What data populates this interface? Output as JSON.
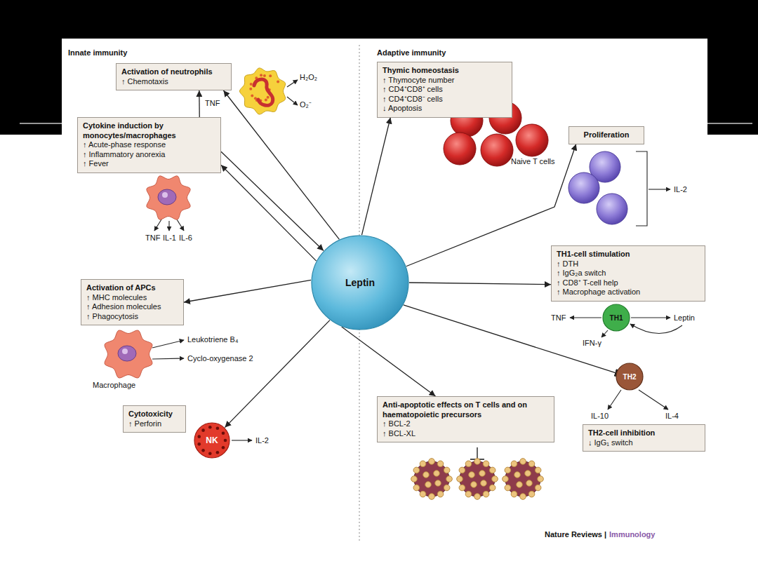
{
  "diagram": {
    "nodes": [
      {
        "text": [
          "Activation of neutrophils",
          "↑ Chemotaxis"
        ]
      },
      {
        "text": [
          "Cytokine induction by monocytes/macrophages",
          "↑ Acute-phase response",
          "↑ Inflammatory anorexia",
          "↑ Fever"
        ]
      },
      {
        "text": [
          "Activation of APCs",
          "↑ MHC molecules",
          "↑ Adhesion molecules",
          "↑ Phagocytosis"
        ]
      },
      {
        "text": [
          "Cytotoxicity",
          "↑ Perforin"
        ]
      },
      {
        "text": [
          "NK"
        ]
      },
      {
        "text": [
          "Leptin"
        ]
      },
      {
        "text": [
          "Thymic homeostasis",
          "↑ Thymocyte number",
          "↑ CD4⁺CD8⁺ cells",
          "↑ CD4⁺CD8⁻ cells",
          "↓ Apoptosis"
        ]
      },
      {
        "text": [
          "Proliferation"
        ]
      },
      {
        "text": [
          "TH1-cell stimulation",
          "↑ DTH",
          "↑ IgG₂a switch",
          "↑ CD8⁺ T-cell help",
          "↑ Macrophage activation"
        ]
      },
      {
        "text": [
          "TH1"
        ]
      },
      {
        "text": [
          "Anti-apoptotic effects on T cells and on haematopoietic precursors",
          "↑ BCL-2",
          "↑ BCL-XL"
        ]
      },
      {
        "text": [
          "TH2"
        ]
      },
      {
        "text": [
          "TH2-cell inhibition",
          "↓ IgG₁ switch"
        ]
      }
    ],
    "edges": [
      {
        "from": 5,
        "to": 0,
        "arrow": "to"
      },
      {
        "from": 1,
        "to": 5,
        "arrow": "to"
      },
      {
        "from": 5,
        "to": 1,
        "arrow": "to"
      },
      {
        "from": 5,
        "to": 2,
        "arrow": "to"
      },
      {
        "from": 5,
        "to": 4,
        "arrow": "to"
      },
      {
        "from": 5,
        "to": 6,
        "arrow": "to"
      },
      {
        "from": 5,
        "to": 7,
        "arrow": "to"
      },
      {
        "from": 5,
        "to": 8,
        "arrow": "to"
      },
      {
        "from": 5,
        "to": 10,
        "arrow": "to"
      },
      {
        "from": 5,
        "to": 11,
        "arrow": "to"
      },
      {
        "from": 1,
        "to": 0,
        "label": "TNF",
        "arrow": "to"
      }
    ],
    "labels": [
      "Innate immunity",
      "Adaptive immunity",
      "H₂O₂",
      "O₂⁻",
      "TNF",
      "IL-1",
      "IL-6",
      "Leukotriene B₄",
      "Cyclo-oxygenase 2",
      "Macrophage",
      "IL-2",
      "Naive T cells",
      "IL-2",
      "TNF",
      "Leptin",
      "IFN-γ",
      "IL-10",
      "IL-4",
      "Nature Reviews |",
      "Immunology"
    ]
  }
}
